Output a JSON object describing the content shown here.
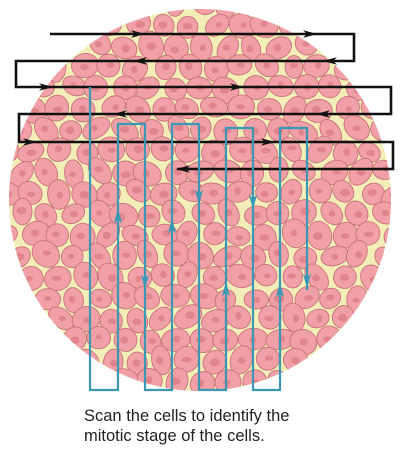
{
  "caption": {
    "line1": "Scan the cells to identify the",
    "line2": "mitotic stage of the cells."
  },
  "colors": {
    "field_background": "#f3eeb8",
    "cell_fill": "#f0a0a6",
    "cell_stroke": "#c8727a",
    "nucleus": "#e0858d",
    "black_scan_path": "#111111",
    "blue_scan_path": "#3a98b4"
  },
  "icons": {
    "horizontal_path_arrow": "arrowhead-right-left",
    "vertical_path_arrow": "arrowhead-up-down"
  }
}
